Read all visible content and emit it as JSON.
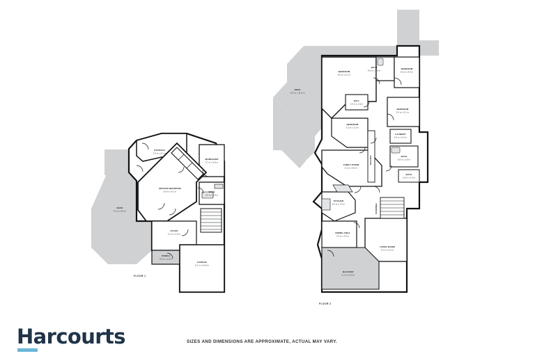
{
  "document": {
    "type": "real-estate-floor-plan",
    "disclaimer": "SIZES AND DIMENSIONS ARE APPROXIMATE, ACTUAL MAY VARY."
  },
  "brand": {
    "name": "Harcourts",
    "wordmark_color": "#1f3449",
    "accent_color": "#6cb6d9"
  },
  "palette": {
    "wall": "#111315",
    "interior_fill": "#ffffff",
    "deck_fill": "#cfd1d2",
    "light_fixture_fill": "#e3e5e6",
    "label_text": "#16181a",
    "page_background": "#ffffff"
  },
  "floors": [
    {
      "id": "floor-1",
      "tag": "FLOOR 1",
      "rooms": [
        {
          "id": "storage",
          "name": "STORAGE",
          "dims": "5.3 m x 4.1 m"
        },
        {
          "id": "workshop",
          "name": "WORKSHOP",
          "dims": "3.7 m x 3.8 m"
        },
        {
          "id": "master-bedroom",
          "name": "MASTER BEDROOM",
          "dims": "5.8 m x 4.1 m"
        },
        {
          "id": "bath-f1",
          "name": "BATH",
          "dims": "2.6 m x 2.9 m"
        },
        {
          "id": "foyer",
          "name": "FOYER",
          "dims": "5.1 m x 2.5 m"
        },
        {
          "id": "porch",
          "name": "PORCH",
          "dims": "3.5 m x 1.9 m"
        },
        {
          "id": "garage",
          "name": "GARAGE",
          "dims": "8.1 m x 10.8 m"
        },
        {
          "id": "deck-f1",
          "name": "DECK",
          "dims": "4.1 m x 8.2 m"
        }
      ]
    },
    {
      "id": "floor-2",
      "tag": "FLOOR 2",
      "rooms": [
        {
          "id": "deck-f2",
          "name": "DECK",
          "dims": "11.8 m x 11.6 m"
        },
        {
          "id": "bedroom-nw",
          "name": "BEDROOM",
          "dims": "6.6 m x 5.1 m"
        },
        {
          "id": "bath-n",
          "name": "BATH",
          "dims": "3.0 m x 2.4 m"
        },
        {
          "id": "bedroom-ne",
          "name": "BEDROOM",
          "dims": "5.0 m x 3.0 m"
        },
        {
          "id": "hall",
          "name": "HALL",
          "dims": "2.6 m x 1.8 m"
        },
        {
          "id": "bedroom-mid",
          "name": "BEDROOM",
          "dims": "3.2 m x 3.3 m"
        },
        {
          "id": "bedroom-e",
          "name": "BEDROOM",
          "dims": "3.0 m x 3.1 m"
        },
        {
          "id": "laundry",
          "name": "LAUNDRY",
          "dims": "2.6 m x 2.0 m"
        },
        {
          "id": "bath-e",
          "name": "BATH",
          "dims": "3.0 m x 2.8 m"
        },
        {
          "id": "bath-small",
          "name": "BATH",
          "dims": "1.8 m x 1.3 m"
        },
        {
          "id": "family-room",
          "name": "FAMILY ROOM",
          "dims": "6.1 m x 6.0 m"
        },
        {
          "id": "kitchen",
          "name": "KITCHEN",
          "dims": "4.0 m x 3.9 m"
        },
        {
          "id": "dining-area",
          "name": "DINING AREA",
          "dims": "3.2 m x 4.0 m"
        },
        {
          "id": "living-room",
          "name": "LIVING ROOM",
          "dims": "6.1 m x 5.0 m"
        },
        {
          "id": "balcony",
          "name": "BALCONY",
          "dims": "6.1 m x 4.0 m"
        },
        {
          "id": "hallway-vert",
          "name": "HALLWAY",
          "dims": "1.1 m x 7.0 m"
        },
        {
          "id": "stair-vert",
          "name": "STAIRWELL",
          "dims": "1.2 m x 3.8 m"
        }
      ]
    }
  ]
}
